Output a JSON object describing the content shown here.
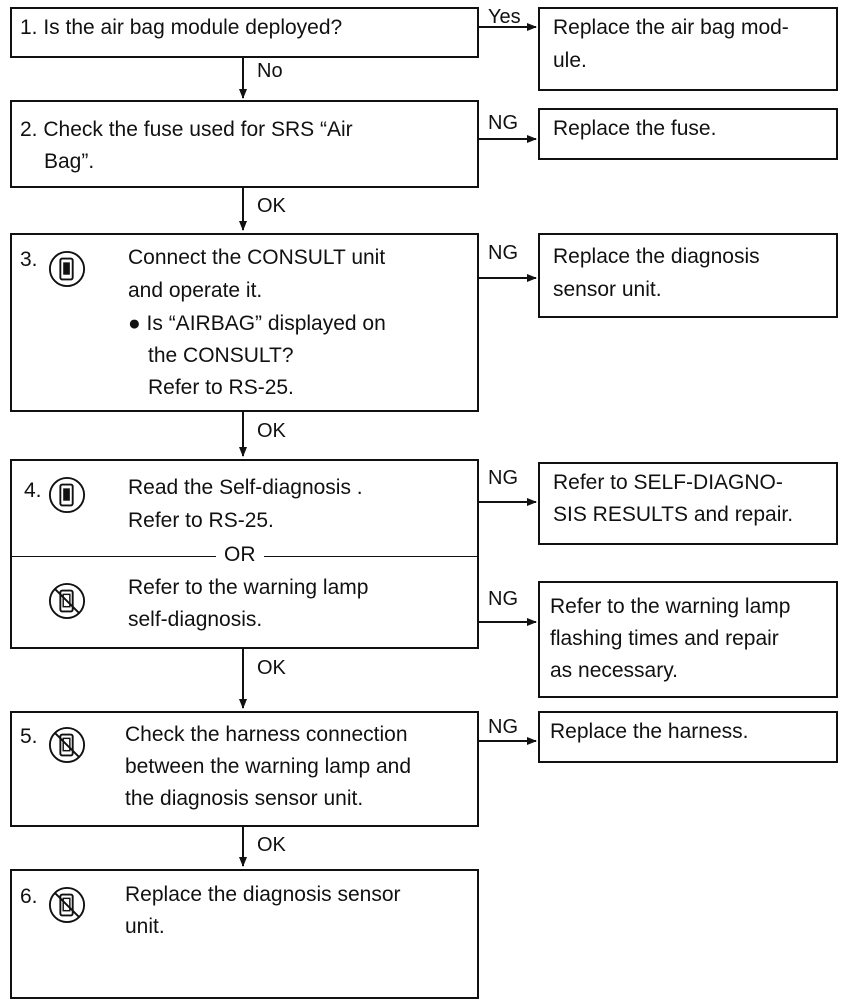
{
  "steps": {
    "s1": {
      "text": "1. Is the air bag module deployed?"
    },
    "s2": {
      "line1": "2. Check the fuse used for SRS “Air",
      "line2": "Bag”."
    },
    "s3": {
      "num": "3.",
      "line1": "Connect the CONSULT unit",
      "line2": "and operate it.",
      "line3": "● Is “AIRBAG” displayed on",
      "line4": "the CONSULT?",
      "line5": "Refer to RS-25."
    },
    "s4": {
      "num": "4.",
      "line1": "Read the Self-diagnosis .",
      "line2": "Refer to RS-25.",
      "or": "OR",
      "line3": "Refer to the warning lamp",
      "line4": "self-diagnosis."
    },
    "s5": {
      "num": "5.",
      "line1": "Check the harness connection",
      "line2": "between the warning lamp and",
      "line3": "the diagnosis sensor unit."
    },
    "s6": {
      "num": "6.",
      "line1": "Replace the diagnosis sensor",
      "line2": "unit."
    }
  },
  "results": {
    "r1": {
      "line1": "Replace the air bag mod-",
      "line2": "ule."
    },
    "r2": {
      "line1": "Replace the fuse."
    },
    "r3": {
      "line1": "Replace the diagnosis",
      "line2": "sensor unit."
    },
    "r4a": {
      "line1": "Refer to SELF-DIAGNO-",
      "line2": "SIS RESULTS and repair."
    },
    "r4b": {
      "line1": "Refer to the warning lamp",
      "line2": "flashing times and repair",
      "line3": "as necessary."
    },
    "r5": {
      "line1": "Replace the harness."
    }
  },
  "labels": {
    "yes": "Yes",
    "no": "No",
    "ng2": "NG",
    "ok2": "OK",
    "ng3": "NG",
    "ok3": "OK",
    "ng4a": "NG",
    "ng4b": "NG",
    "ok4": "OK",
    "ng5": "NG",
    "ok5": "OK"
  },
  "icons": {
    "consult": "consult-unit-icon",
    "no_consult": "no-consult-icon"
  }
}
